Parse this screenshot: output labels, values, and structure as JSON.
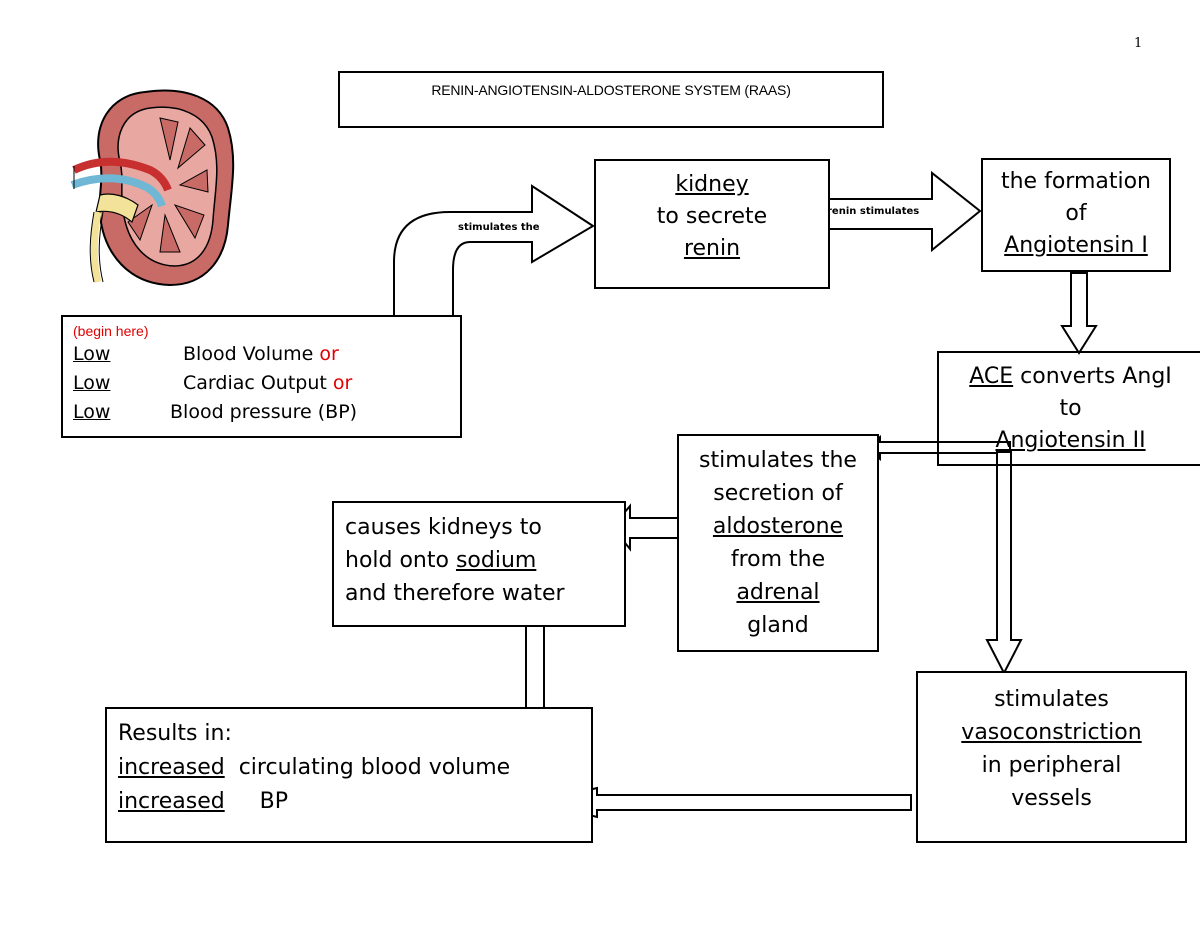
{
  "page_number": "1",
  "title": "RENIN-ANGIOTENSIN-ALDOSTERONE SYSTEM (RAAS)",
  "start": {
    "note": "(begin here)",
    "rows": [
      {
        "low": "Low",
        "text": "Blood Volume",
        "connector": "or"
      },
      {
        "low": "Low",
        "text": "Cardiac Output",
        "connector": "or"
      },
      {
        "low": "Low",
        "text": "Blood pressure (BP)",
        "connector": ""
      }
    ]
  },
  "arrows": {
    "stimulates_the": "stimulates the",
    "renin_stimulates": "renin stimulates"
  },
  "kidney_box": {
    "line1": "kidney",
    "line2": "to secrete",
    "line3": "renin"
  },
  "formation_box": {
    "line1": "the formation",
    "line2": "of",
    "line3": "Angiotensin I"
  },
  "ace_box": {
    "ace": "ACE",
    "line1_rest": " converts AngI",
    "line2": "to",
    "line3": "Angiotensin II"
  },
  "aldosterone_box": {
    "line1": "stimulates the",
    "line2": "secretion of",
    "line3": "aldosterone",
    "line4": "from the",
    "line5": "adrenal",
    "line6": "gland"
  },
  "causes_box": {
    "line1": "causes kidneys to",
    "line2_pre": "hold onto ",
    "line2_u": "sodium",
    "line3": "and therefore water"
  },
  "vaso_box": {
    "line1": "stimulates",
    "line2": "vasoconstriction",
    "line3": "in peripheral",
    "line4": "vessels"
  },
  "results_box": {
    "line1": "Results in:",
    "row1_u": "increased",
    "row1_text": "circulating blood volume",
    "row2_u": "increased",
    "row2_text": "BP"
  },
  "colors": {
    "kidney_outer": "#c86b67",
    "kidney_inner": "#e8a7a0",
    "vein": "#6fb7d4",
    "ureter": "#f3e39a",
    "accent_red": "#e00000"
  }
}
